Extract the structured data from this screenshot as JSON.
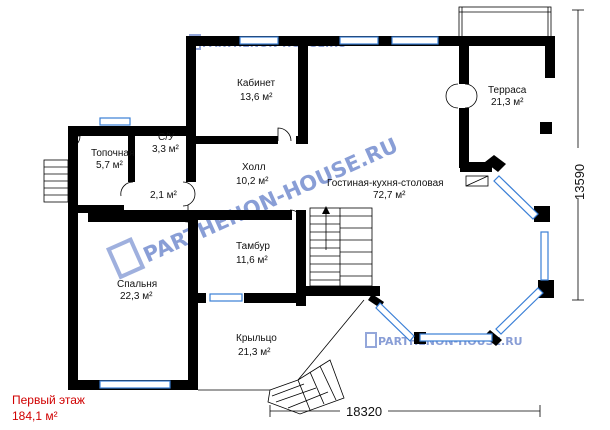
{
  "watermark": {
    "top": "PARTHENON-HOUSE.RU",
    "diagonal": "PARTHENON-HOUSE.RU",
    "bottom": "PARTHENON-HOUSE.RU"
  },
  "rooms": {
    "kabinet": {
      "name": "Кабинет",
      "area": "13,6 м²"
    },
    "terrasa": {
      "name": "Терраса",
      "area": "21,3 м²"
    },
    "topochnaya": {
      "name": "Топочная",
      "area": "5,7 м²"
    },
    "su": {
      "name": "С/У",
      "area": "3,3 м²"
    },
    "holl": {
      "name": "Холл",
      "area": "10,2 м²"
    },
    "koridor": {
      "area": "2,1 м²"
    },
    "gostinaya": {
      "name": "Гостиная-кухня-столовая",
      "area": "72,7 м²"
    },
    "tambur": {
      "name": "Тамбур",
      "area": "11,6 м²"
    },
    "spalnya": {
      "name": "Спальня",
      "area": "22,3 м²"
    },
    "krylco": {
      "name": "Крыльцо",
      "area": "21,3 м²"
    }
  },
  "dimensions": {
    "width": "18320",
    "depth": "13590"
  },
  "floor": {
    "title": "Первый этаж",
    "area": "184,1 м²"
  }
}
